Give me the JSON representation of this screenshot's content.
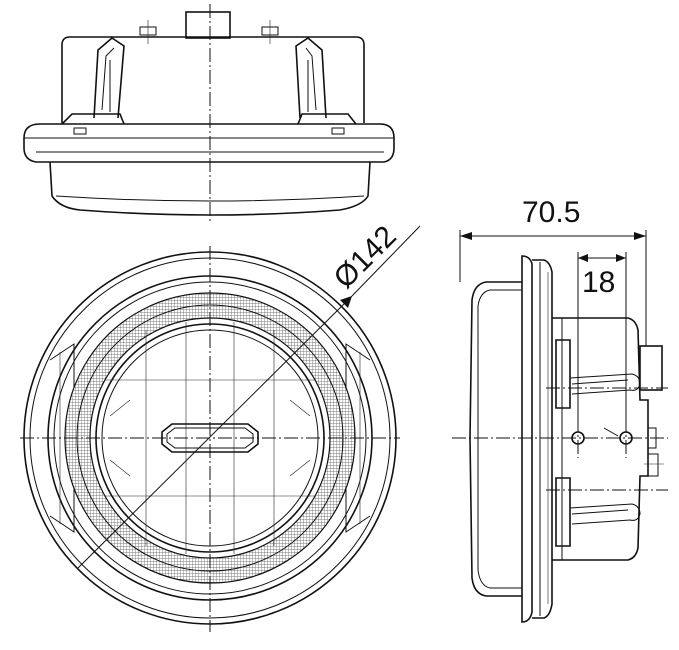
{
  "dimensions": {
    "diameter_label": "Ø142",
    "depth_label": "70.5",
    "mount_label": "18"
  },
  "views": [
    "top-view",
    "front-view",
    "side-view"
  ],
  "colors": {
    "line": "#111111",
    "background": "#ffffff"
  }
}
